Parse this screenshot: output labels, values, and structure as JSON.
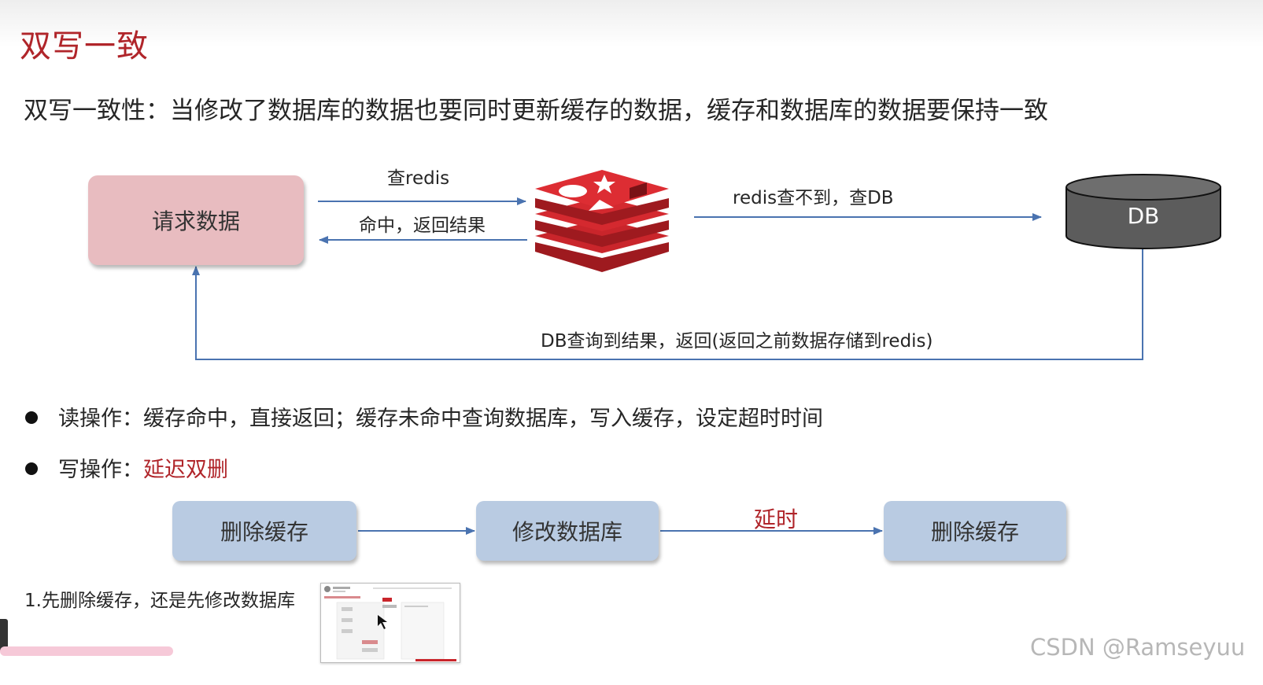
{
  "slide": {
    "title": "双写一致",
    "definition": "双写一致性：当修改了数据库的数据也要同时更新缓存的数据，缓存和数据库的数据要保持一致"
  },
  "diagram": {
    "request_label": "请求数据",
    "db_label": "DB",
    "arrow_query_redis": "查redis",
    "arrow_hit_return": "命中，返回结果",
    "arrow_miss_query_db": "redis查不到，查DB",
    "arrow_db_return": "DB查询到结果，返回(返回之前数据存储到redis)"
  },
  "bullets": {
    "read_label": "读操作：",
    "read_text": "缓存命中，直接返回；缓存未命中查询数据库，写入缓存，设定超时时间",
    "write_label": "写操作：",
    "write_text": "延迟双删"
  },
  "flow": {
    "step1": "删除缓存",
    "step2": "修改数据库",
    "delay": "延时",
    "step3": "删除缓存"
  },
  "footer": {
    "question": "1.先删除缓存，还是先修改数据库",
    "watermark": "CSDN @Ramseyuu"
  },
  "colors": {
    "accent": "#b0252a",
    "request_box": "#e8bcc0",
    "flow_box": "#b9cbe2",
    "arrow": "#4a73b0",
    "db_fill": "#5c5c5c",
    "redis_red": "#c9252b"
  }
}
